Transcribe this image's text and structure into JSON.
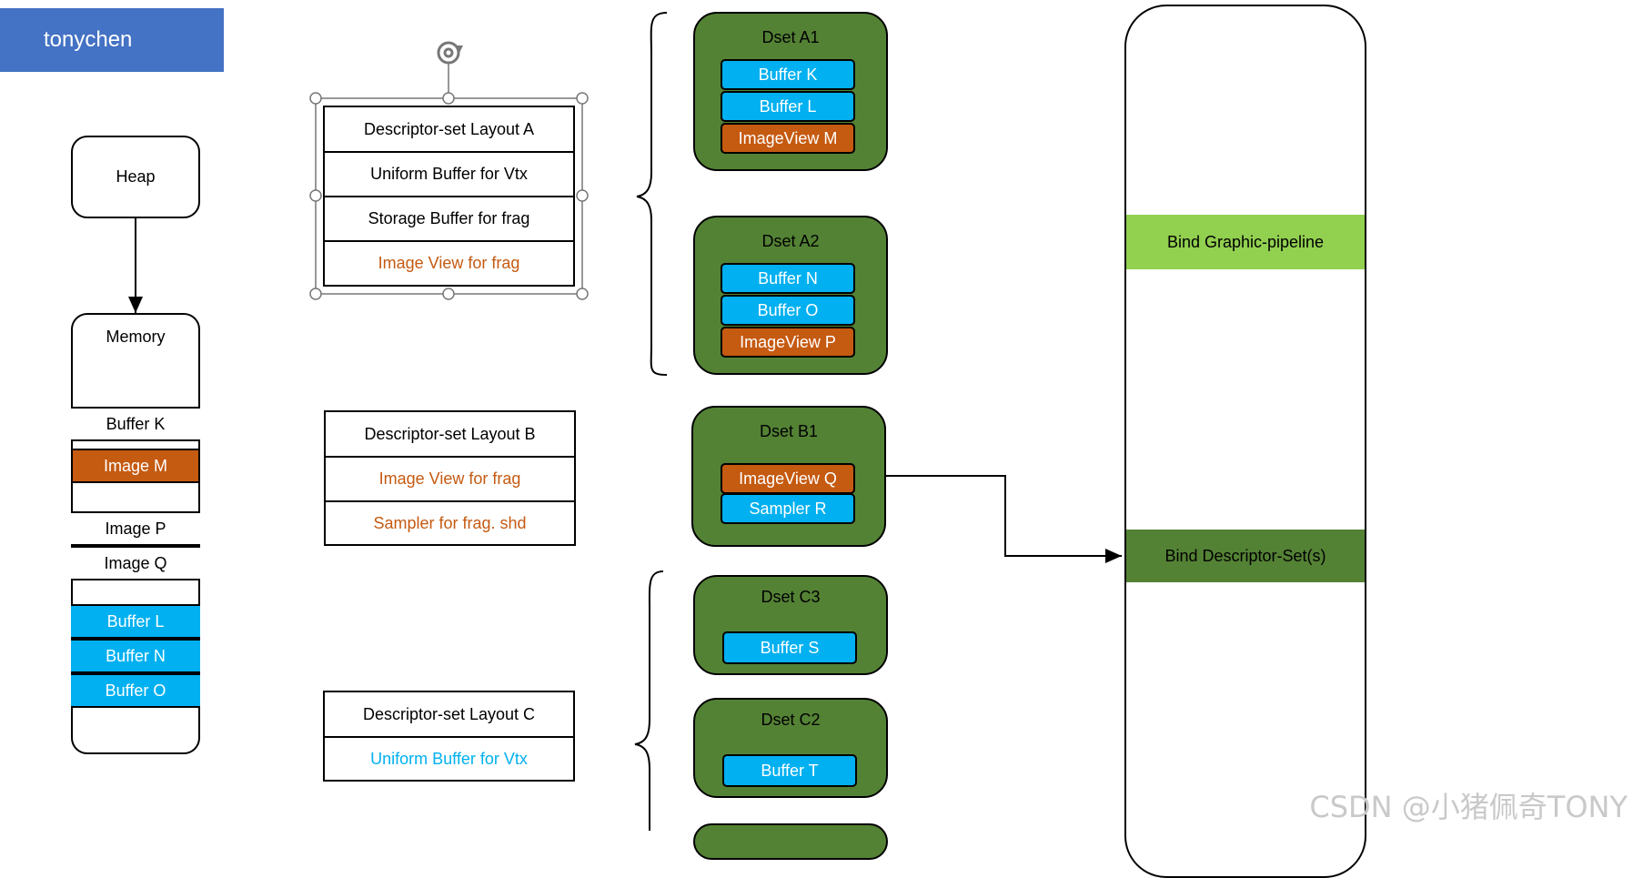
{
  "author": "tonychen",
  "heap": "Heap",
  "memory": {
    "title": "Memory",
    "rows": [
      "Buffer K",
      "Image M",
      "Image P",
      "Image Q",
      "Buffer L",
      "Buffer N",
      "Buffer O"
    ]
  },
  "layouts": {
    "a": [
      "Descriptor-set Layout A",
      "Uniform Buffer for Vtx",
      "Storage Buffer for frag",
      "Image View for frag"
    ],
    "b": [
      "Descriptor-set Layout B",
      "Image View for frag",
      "Sampler for frag. shd"
    ],
    "c": [
      "Descriptor-set Layout C",
      "Uniform Buffer for Vtx"
    ]
  },
  "dsets": {
    "a1": {
      "title": "Dset A1",
      "items": [
        "Buffer K",
        "Buffer L",
        "ImageView M"
      ]
    },
    "a2": {
      "title": "Dset A2",
      "items": [
        "Buffer N",
        "Buffer O",
        "ImageView P"
      ]
    },
    "b1": {
      "title": "Dset B1",
      "items": [
        "ImageView Q",
        "Sampler R"
      ]
    },
    "c3": {
      "title": "Dset C3",
      "items": [
        "Buffer S"
      ]
    },
    "c2": {
      "title": "Dset C2",
      "items": [
        "Buffer T"
      ]
    }
  },
  "command_buffer": {
    "bind_pipeline": "Bind Graphic-pipeline",
    "bind_descriptor_sets": "Bind Descriptor-Set(s)"
  },
  "watermark": "CSDN @小猪佩奇TONY",
  "colors": {
    "author_bg": "#4472c4",
    "buffer_blue": "#00b0f0",
    "image_orange": "#c55a11",
    "dset_green": "#548235",
    "pipeline_green": "#92d050"
  }
}
